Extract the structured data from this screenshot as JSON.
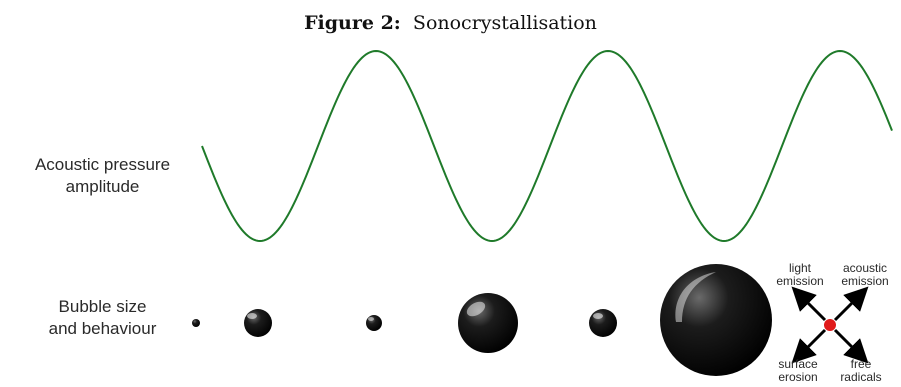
{
  "figure": {
    "label": "Figure 2:",
    "title": "Sonocrystallisation"
  },
  "labels": {
    "pressure_line1": "Acoustic pressure",
    "pressure_line2": "amplitude",
    "bubble_line1": "Bubble size",
    "bubble_line2": "and behaviour"
  },
  "collapse_effects": {
    "light_line1": "light",
    "light_line2": "emission",
    "acoustic_line1": "acoustic",
    "acoustic_line2": "emission",
    "surface_line1": "surface",
    "surface_line2": "erosion",
    "free_line1": "free",
    "free_line2": "radicals"
  },
  "colors": {
    "wave": "#1f7a2a",
    "bubble": "#0d0d0d",
    "collapse_point": "#e01a1a"
  }
}
